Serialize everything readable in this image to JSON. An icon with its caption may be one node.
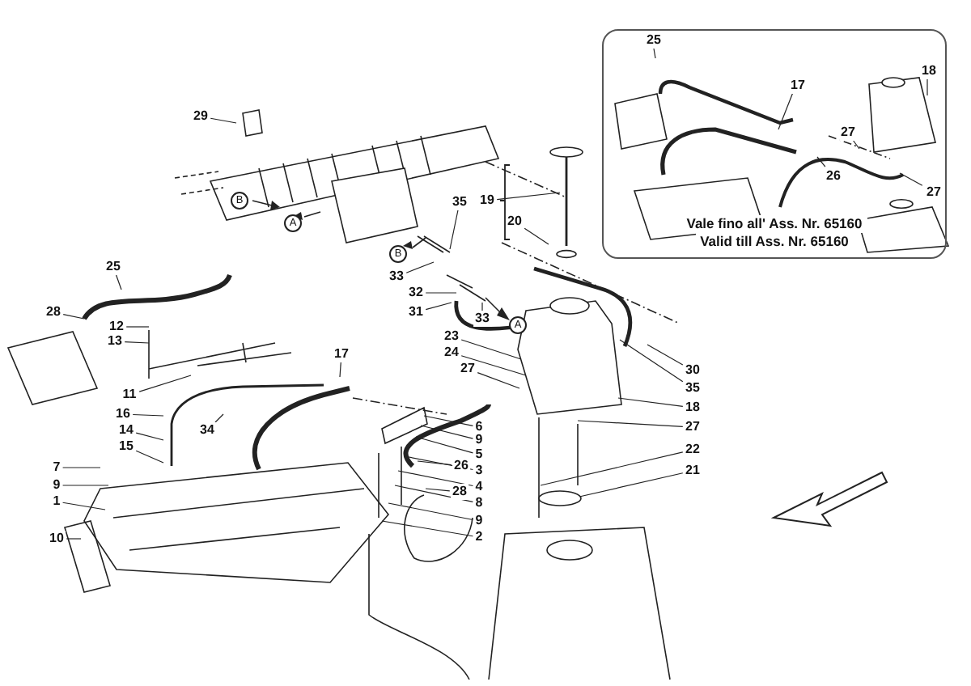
{
  "diagram": {
    "nodes": [
      {
        "text": [
          "Vale fino all' Ass. Nr. 65160",
          "Valid till Ass. Nr. 65160"
        ]
      },
      {
        "text": [
          "25"
        ],
        "in": 0
      },
      {
        "text": [
          "17"
        ],
        "in": 0
      },
      {
        "text": [
          "18"
        ],
        "in": 0
      },
      {
        "text": [
          "27"
        ],
        "in": 0
      },
      {
        "text": [
          "26"
        ],
        "in": 0
      },
      {
        "text": [
          "27"
        ],
        "in": 0
      },
      {
        "text": [
          "29"
        ]
      },
      {
        "text": [
          "35"
        ]
      },
      {
        "text": [
          "19"
        ]
      },
      {
        "text": [
          "20"
        ]
      },
      {
        "text": [
          "25"
        ]
      },
      {
        "text": [
          "33"
        ]
      },
      {
        "text": [
          "32"
        ]
      },
      {
        "text": [
          "31"
        ]
      },
      {
        "text": [
          "28"
        ]
      },
      {
        "text": [
          "33"
        ]
      },
      {
        "text": [
          "12"
        ]
      },
      {
        "text": [
          "23"
        ]
      },
      {
        "text": [
          "13"
        ]
      },
      {
        "text": [
          "24"
        ]
      },
      {
        "text": [
          "17"
        ]
      },
      {
        "text": [
          "27"
        ]
      },
      {
        "text": [
          "30"
        ]
      },
      {
        "text": [
          "35"
        ]
      },
      {
        "text": [
          "11"
        ]
      },
      {
        "text": [
          "18"
        ]
      },
      {
        "text": [
          "16"
        ]
      },
      {
        "text": [
          "6"
        ]
      },
      {
        "text": [
          "27"
        ]
      },
      {
        "text": [
          "14"
        ]
      },
      {
        "text": [
          "34"
        ]
      },
      {
        "text": [
          "9"
        ]
      },
      {
        "text": [
          "15"
        ]
      },
      {
        "text": [
          "22"
        ]
      },
      {
        "text": [
          "5"
        ]
      },
      {
        "text": [
          "26"
        ]
      },
      {
        "text": [
          "7"
        ]
      },
      {
        "text": [
          "21"
        ]
      },
      {
        "text": [
          "3"
        ]
      },
      {
        "text": [
          "9"
        ]
      },
      {
        "text": [
          "4"
        ]
      },
      {
        "text": [
          "28"
        ]
      },
      {
        "text": [
          "1"
        ]
      },
      {
        "text": [
          "8"
        ]
      },
      {
        "text": [
          "9"
        ]
      },
      {
        "text": [
          "2"
        ]
      },
      {
        "text": [
          "10"
        ]
      }
    ],
    "edges": [
      {
        "from": 1,
        "to": null,
        "arrow": "none"
      },
      {
        "from": 2,
        "to": null,
        "arrow": "none"
      },
      {
        "from": 3,
        "to": null,
        "arrow": "none"
      },
      {
        "from": 4,
        "to": null,
        "arrow": "none"
      },
      {
        "from": 5,
        "to": null,
        "arrow": "none"
      },
      {
        "from": 6,
        "to": null,
        "arrow": "none"
      },
      {
        "from": 7,
        "to": null,
        "arrow": "none"
      },
      {
        "from": 8,
        "to": null,
        "arrow": "none"
      },
      {
        "from": 9,
        "to": null,
        "arrow": "none"
      },
      {
        "from": 10,
        "to": null,
        "arrow": "none"
      },
      {
        "from": 11,
        "to": null,
        "arrow": "none"
      },
      {
        "from": 12,
        "to": null,
        "arrow": "none"
      },
      {
        "from": 13,
        "to": null,
        "arrow": "none"
      },
      {
        "from": 14,
        "to": null,
        "arrow": "none"
      },
      {
        "from": 15,
        "to": null,
        "arrow": "none"
      },
      {
        "from": 16,
        "to": null,
        "arrow": "none"
      },
      {
        "from": 17,
        "to": null,
        "arrow": "none"
      },
      {
        "from": 18,
        "to": null,
        "arrow": "none"
      },
      {
        "from": 19,
        "to": null,
        "arrow": "none"
      },
      {
        "from": 20,
        "to": null,
        "arrow": "none"
      },
      {
        "from": 21,
        "to": null,
        "arrow": "none"
      },
      {
        "from": 22,
        "to": null,
        "arrow": "none"
      },
      {
        "from": 23,
        "to": null,
        "arrow": "none"
      },
      {
        "from": 24,
        "to": null,
        "arrow": "none"
      },
      {
        "from": 25,
        "to": null,
        "arrow": "none"
      },
      {
        "from": 26,
        "to": null,
        "arrow": "none"
      },
      {
        "from": 27,
        "to": null,
        "arrow": "none"
      },
      {
        "from": 28,
        "to": null,
        "arrow": "none"
      },
      {
        "from": 29,
        "to": null,
        "arrow": "none"
      },
      {
        "from": 30,
        "to": null,
        "arrow": "none"
      },
      {
        "from": 31,
        "to": null,
        "arrow": "none"
      },
      {
        "from": 32,
        "to": null,
        "arrow": "none"
      },
      {
        "from": 33,
        "to": null,
        "arrow": "none"
      },
      {
        "from": 34,
        "to": null,
        "arrow": "none"
      },
      {
        "from": 35,
        "to": null,
        "arrow": "none"
      },
      {
        "from": 36,
        "to": null,
        "arrow": "none"
      },
      {
        "from": 37,
        "to": null,
        "arrow": "none"
      },
      {
        "from": 38,
        "to": null,
        "arrow": "none"
      },
      {
        "from": 39,
        "to": null,
        "arrow": "none"
      },
      {
        "from": 40,
        "to": null,
        "arrow": "none"
      },
      {
        "from": 41,
        "to": null,
        "arrow": "none"
      },
      {
        "from": 42,
        "to": null,
        "arrow": "none"
      },
      {
        "from": 43,
        "to": null,
        "arrow": "none"
      },
      {
        "from": 44,
        "to": null,
        "arrow": "none"
      },
      {
        "from": 45,
        "to": null,
        "arrow": "none"
      },
      {
        "from": 46,
        "to": null,
        "arrow": "none"
      },
      {
        "from": 47,
        "to": null,
        "arrow": "none"
      }
    ],
    "labels": [
      "B",
      "A",
      "B",
      "A"
    ]
  }
}
